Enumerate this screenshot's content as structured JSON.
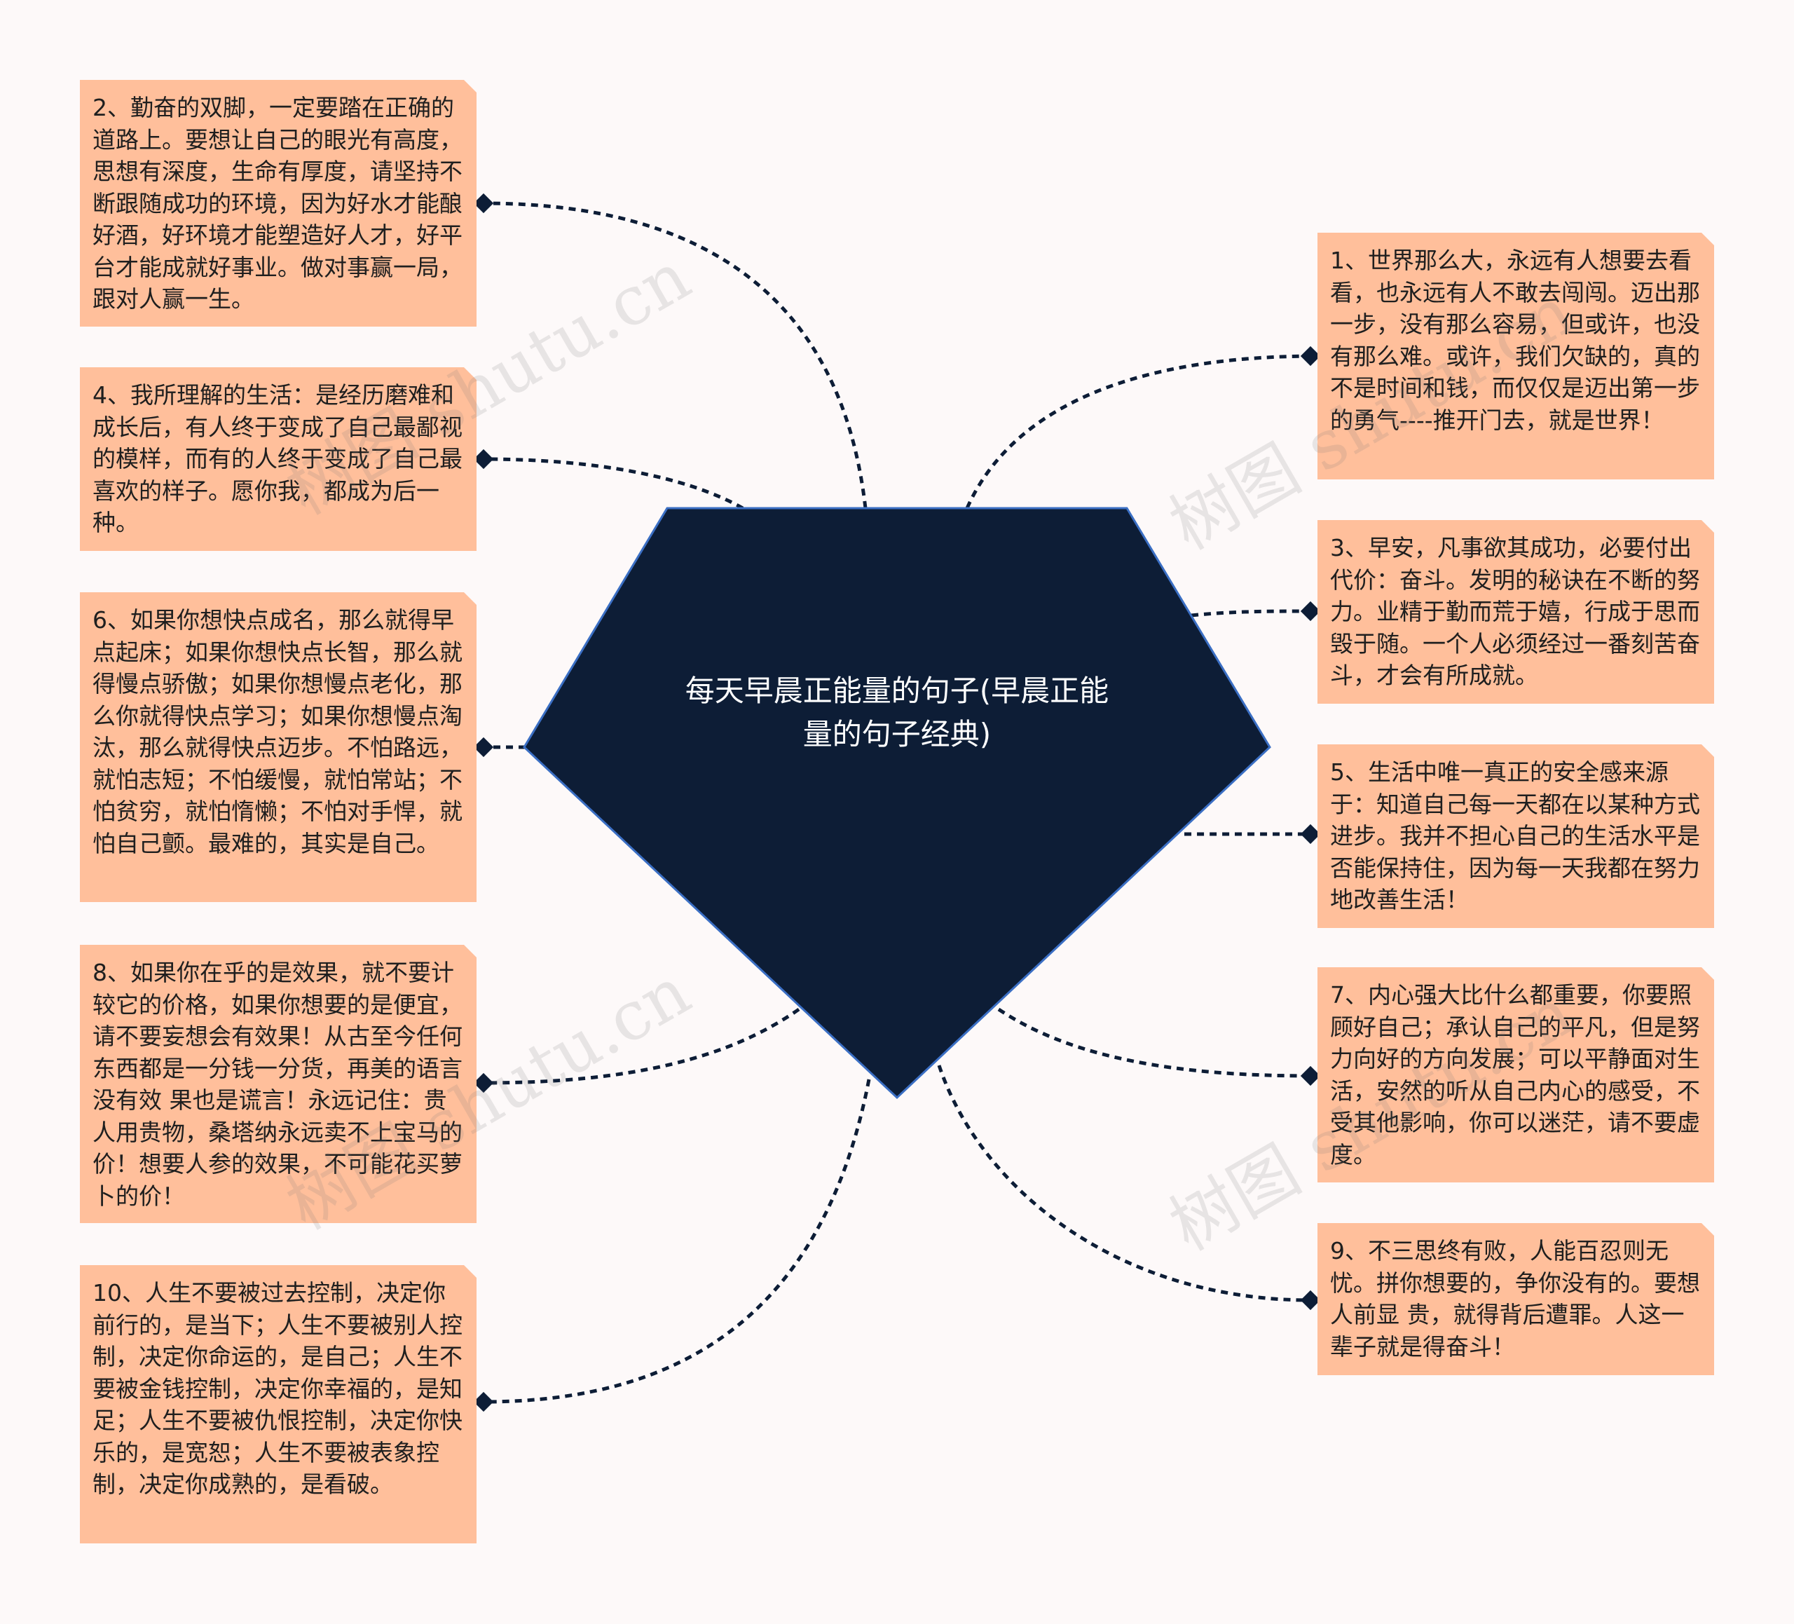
{
  "center": {
    "title": "每天早晨正能量的句子(早晨正能量的句子经典)"
  },
  "watermark_text": "树图 shutu.cn",
  "colors": {
    "node_fill": "#ffbf9b",
    "center_fill": "#0d1d36",
    "line": "#0d1d36",
    "background": "#fdf9f9"
  },
  "left_nodes": [
    {
      "text": "2、勤奋的双脚，一定要踏在正确的道路上。要想让自己的眼光有高度，思想有深度，生命有厚度，请坚持不断跟随成功的环境，因为好水才能酿好酒，好环境才能塑造好人才，好平台才能成就好事业。做对事赢一局，跟对人赢一生。"
    },
    {
      "text": "4、我所理解的生活：是经历磨难和成长后，有人终于变成了自己最鄙视的模样，而有的人终于变成了自己最喜欢的样子。愿你我，都成为后一种。"
    },
    {
      "text": "6、如果你想快点成名，那么就得早点起床；如果你想快点长智，那么就得慢点骄傲；如果你想慢点老化，那么你就得快点学习；如果你想慢点淘汰，那么就得快点迈步。不怕路远，就怕志短；不怕缓慢，就怕常站；不怕贫穷，就怕惰懒；不怕对手悍，就怕自己颤。最难的，其实是自己。"
    },
    {
      "text": "8、如果你在乎的是效果，就不要计较它的价格，如果你想要的是便宜，请不要妄想会有效果！从古至今任何东西都是一分钱一分货，再美的语言没有效 果也是谎言！永远记住：贵人用贵物，桑塔纳永远卖不上宝马的价！想要人参的效果，不可能花买萝卜的价！"
    },
    {
      "text": "10、人生不要被过去控制，决定你前行的，是当下；人生不要被别人控制，决定你命运的，是自己；人生不要被金钱控制，决定你幸福的，是知足；人生不要被仇恨控制，决定你快乐的，是宽恕；人生不要被表象控制，决定你成熟的，是看破。"
    }
  ],
  "right_nodes": [
    {
      "text": "1、世界那么大，永远有人想要去看看，也永远有人不敢去闯闯。迈出那一步，没有那么容易，但或许，也没有那么难。或许，我们欠缺的，真的不是时间和钱，而仅仅是迈出第一步的勇气----推开门去，就是世界！"
    },
    {
      "text": "3、早安，凡事欲其成功，必要付出代价：奋斗。发明的秘诀在不断的努力。业精于勤而荒于嬉，行成于思而毁于随。一个人必须经过一番刻苦奋斗，才会有所成就。"
    },
    {
      "text": "5、生活中唯一真正的安全感来源于：知道自己每一天都在以某种方式进步。我并不担心自己的生活水平是否能保持住，因为每一天我都在努力地改善生活！"
    },
    {
      "text": "7、内心强大比什么都重要，你要照顾好自己；承认自己的平凡，但是努力向好的方向发展；可以平静面对生活，安然的听从自己内心的感受，不受其他影响，你可以迷茫，请不要虚度。"
    },
    {
      "text": "9、不三思终有败，人能百忍则无忧。拼你想要的，争你没有的。要想人前显 贵，就得背后遭罪。人这一辈子就是得奋斗！"
    }
  ]
}
